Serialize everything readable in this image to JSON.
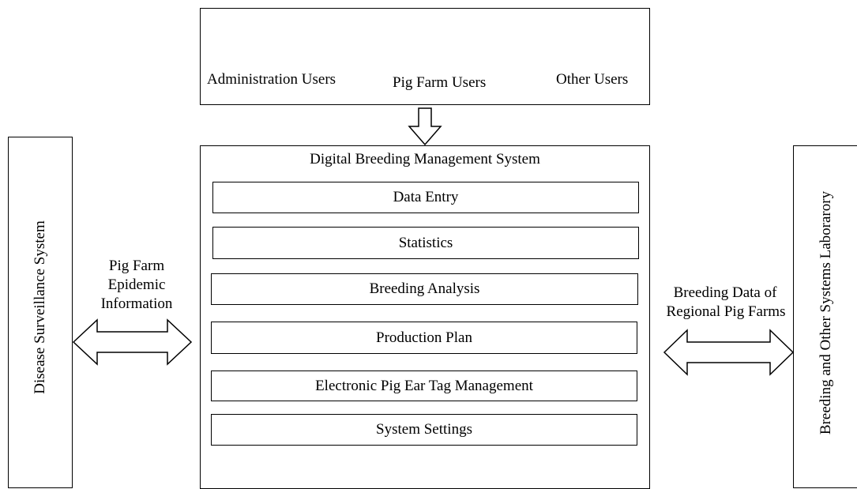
{
  "users": {
    "administration": "Administration Users",
    "pig_farm": "Pig Farm Users",
    "other": "Other Users"
  },
  "system": {
    "title": "Digital Breeding Management System",
    "modules": [
      "Data Entry",
      "Statistics",
      "Breeding Analysis",
      "Production Plan",
      "Electronic Pig Ear Tag Management",
      "System Settings"
    ]
  },
  "left": {
    "system_label": "Disease Surveillance System",
    "arrow_label_lines": [
      "Pig Farm",
      "Epidemic",
      "Information"
    ]
  },
  "right": {
    "system_label": "Breeding and Other Systems Laborarory",
    "arrow_label_lines": [
      "Breeding Data of",
      "Regional Pig Farms"
    ]
  }
}
